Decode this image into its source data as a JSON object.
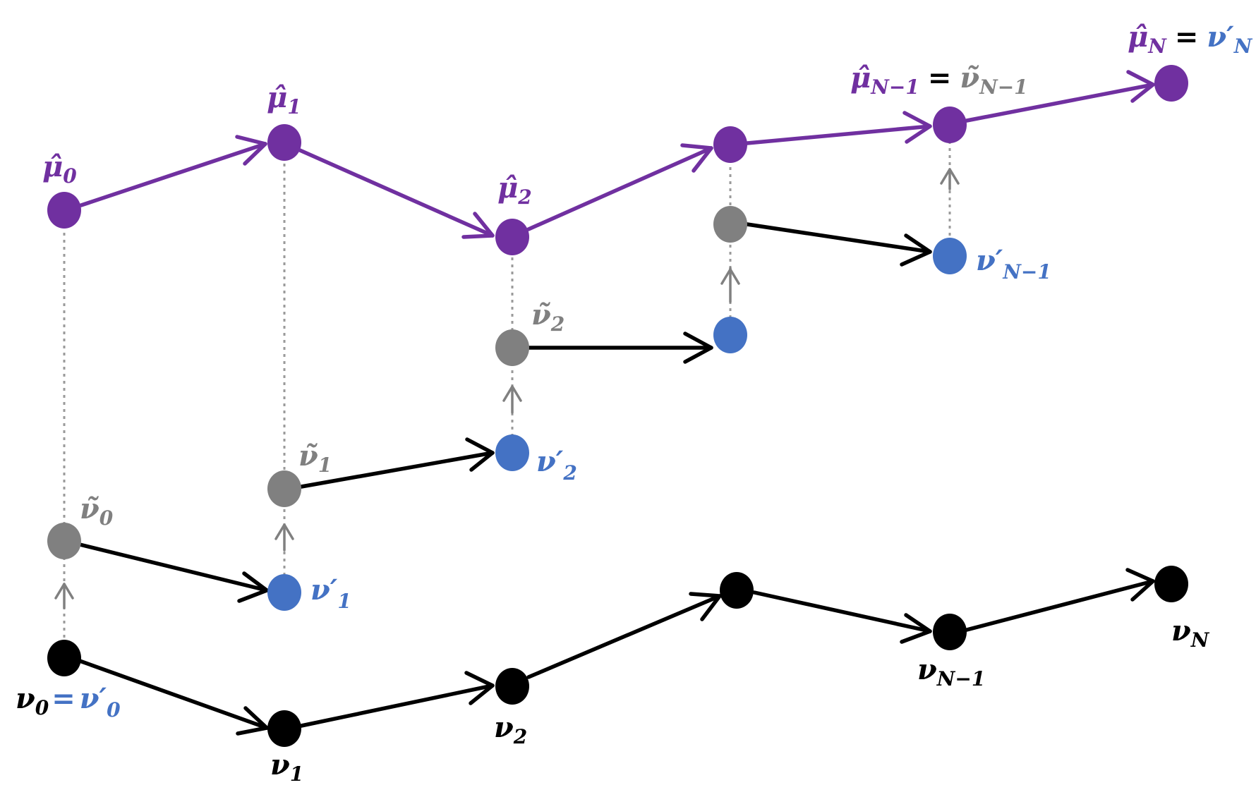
{
  "colors": {
    "purple": "#7030a0",
    "black": "#000000",
    "gray": "#808080",
    "blue": "#4472c4",
    "dotted": "#9a9a9a"
  },
  "labels": {
    "mu0": {
      "base": "μ̂",
      "sub": "0"
    },
    "mu1": {
      "base": "μ̂",
      "sub": "1"
    },
    "mu2": {
      "base": "μ̂",
      "sub": "2"
    },
    "muNm1": {
      "base": "μ̂",
      "sub": "N−1",
      "eq": "=",
      "rhs_base": "ν̃",
      "rhs_sub": "N−1"
    },
    "muN": {
      "base": "μ̂",
      "sub": "N",
      "eq": "=",
      "rhs_base": "ν′",
      "rhs_sub": "N"
    },
    "vt0": {
      "base": "ν̃",
      "sub": "0"
    },
    "vt1": {
      "base": "ν̃",
      "sub": "1"
    },
    "vt2": {
      "base": "ν̃",
      "sub": "2"
    },
    "vp1": {
      "base": "ν′",
      "sub": "1"
    },
    "vp2": {
      "base": "ν′",
      "sub": "2"
    },
    "vpNm1": {
      "base": "ν′",
      "sub": "N−1"
    },
    "v0": {
      "base": "ν",
      "sub": "0",
      "eq": "=",
      "rhs_base": "ν′",
      "rhs_sub": "0"
    },
    "v1": {
      "base": "ν",
      "sub": "1"
    },
    "v2": {
      "base": "ν",
      "sub": "2"
    },
    "vNm1": {
      "base": "ν",
      "sub": "N−1"
    },
    "vN": {
      "base": "ν",
      "sub": "N"
    }
  }
}
